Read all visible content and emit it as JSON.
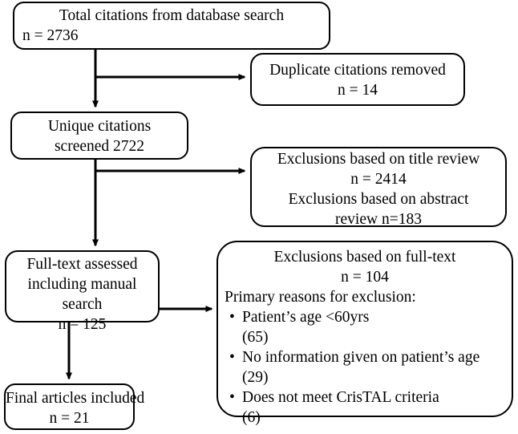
{
  "diagram": {
    "type": "prisma-flow-chart",
    "stroke_color": "#000000",
    "background_color": "#ffffff",
    "nodes": {
      "total_citations": {
        "lines": [
          "Total citations from database search",
          "n = 2736"
        ]
      },
      "duplicates_removed": {
        "lines": [
          "Duplicate citations removed",
          "n = 14"
        ]
      },
      "unique_screened": {
        "lines": [
          "Unique citations",
          "screened 2722"
        ]
      },
      "title_abstract_exclusions": {
        "lines": [
          "Exclusions based on title review",
          "n = 2414",
          "Exclusions based on abstract",
          "review n=183"
        ]
      },
      "fulltext_assessed": {
        "lines": [
          "Full-text assessed",
          "including manual",
          "search",
          "n = 125"
        ]
      },
      "fulltext_exclusions": {
        "heading": "Exclusions based on full-text",
        "count": "n = 104",
        "subheading": "Primary reasons for exclusion:",
        "bullet_glyph": "•",
        "reasons": [
          {
            "text": "Patient’s age <60yrs",
            "count": "(65)"
          },
          {
            "text": "No information given on patient’s age",
            "count": "(29)"
          },
          {
            "text": "Does not meet CrisTAL criteria",
            "count": "(6)"
          }
        ]
      },
      "final_articles": {
        "lines": [
          "Final articles included",
          "n = 21"
        ]
      }
    }
  }
}
